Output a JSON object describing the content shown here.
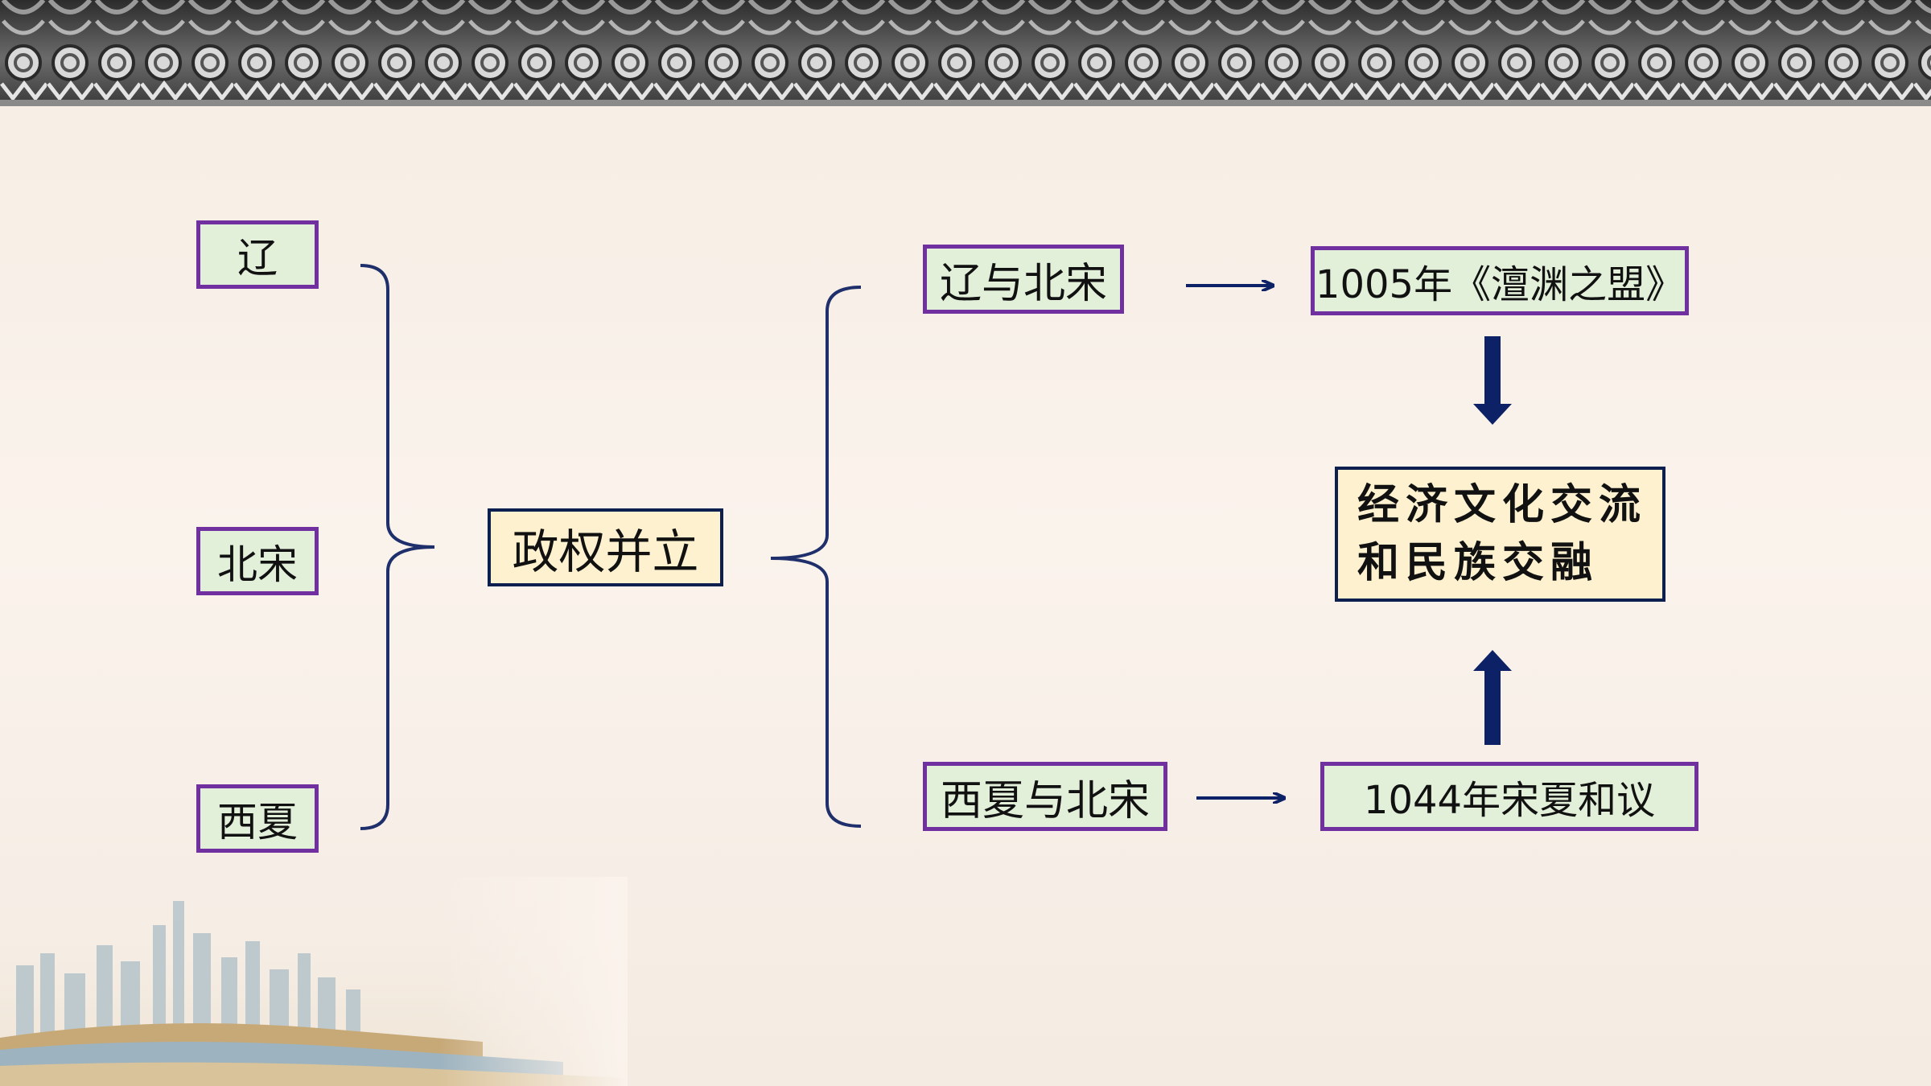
{
  "colors": {
    "box_border_purple": "#7030a0",
    "box_fill_green": "#e2efd9",
    "box_fill_cream": "#fdf1cf",
    "line_navy": "#1f2f6b",
    "arrow_navy": "#0d2266"
  },
  "states": {
    "liao": "辽",
    "beisong": "北宋",
    "xixia": "西夏"
  },
  "center": "政权并立",
  "relations": {
    "liao_song": "辽与北宋",
    "xia_song": "西夏与北宋"
  },
  "events": {
    "e1005": "1005年《澶渊之盟》",
    "e1044": "1044年宋夏和议"
  },
  "result": {
    "line1": "经济文化交流",
    "line2": "和民族交融"
  }
}
